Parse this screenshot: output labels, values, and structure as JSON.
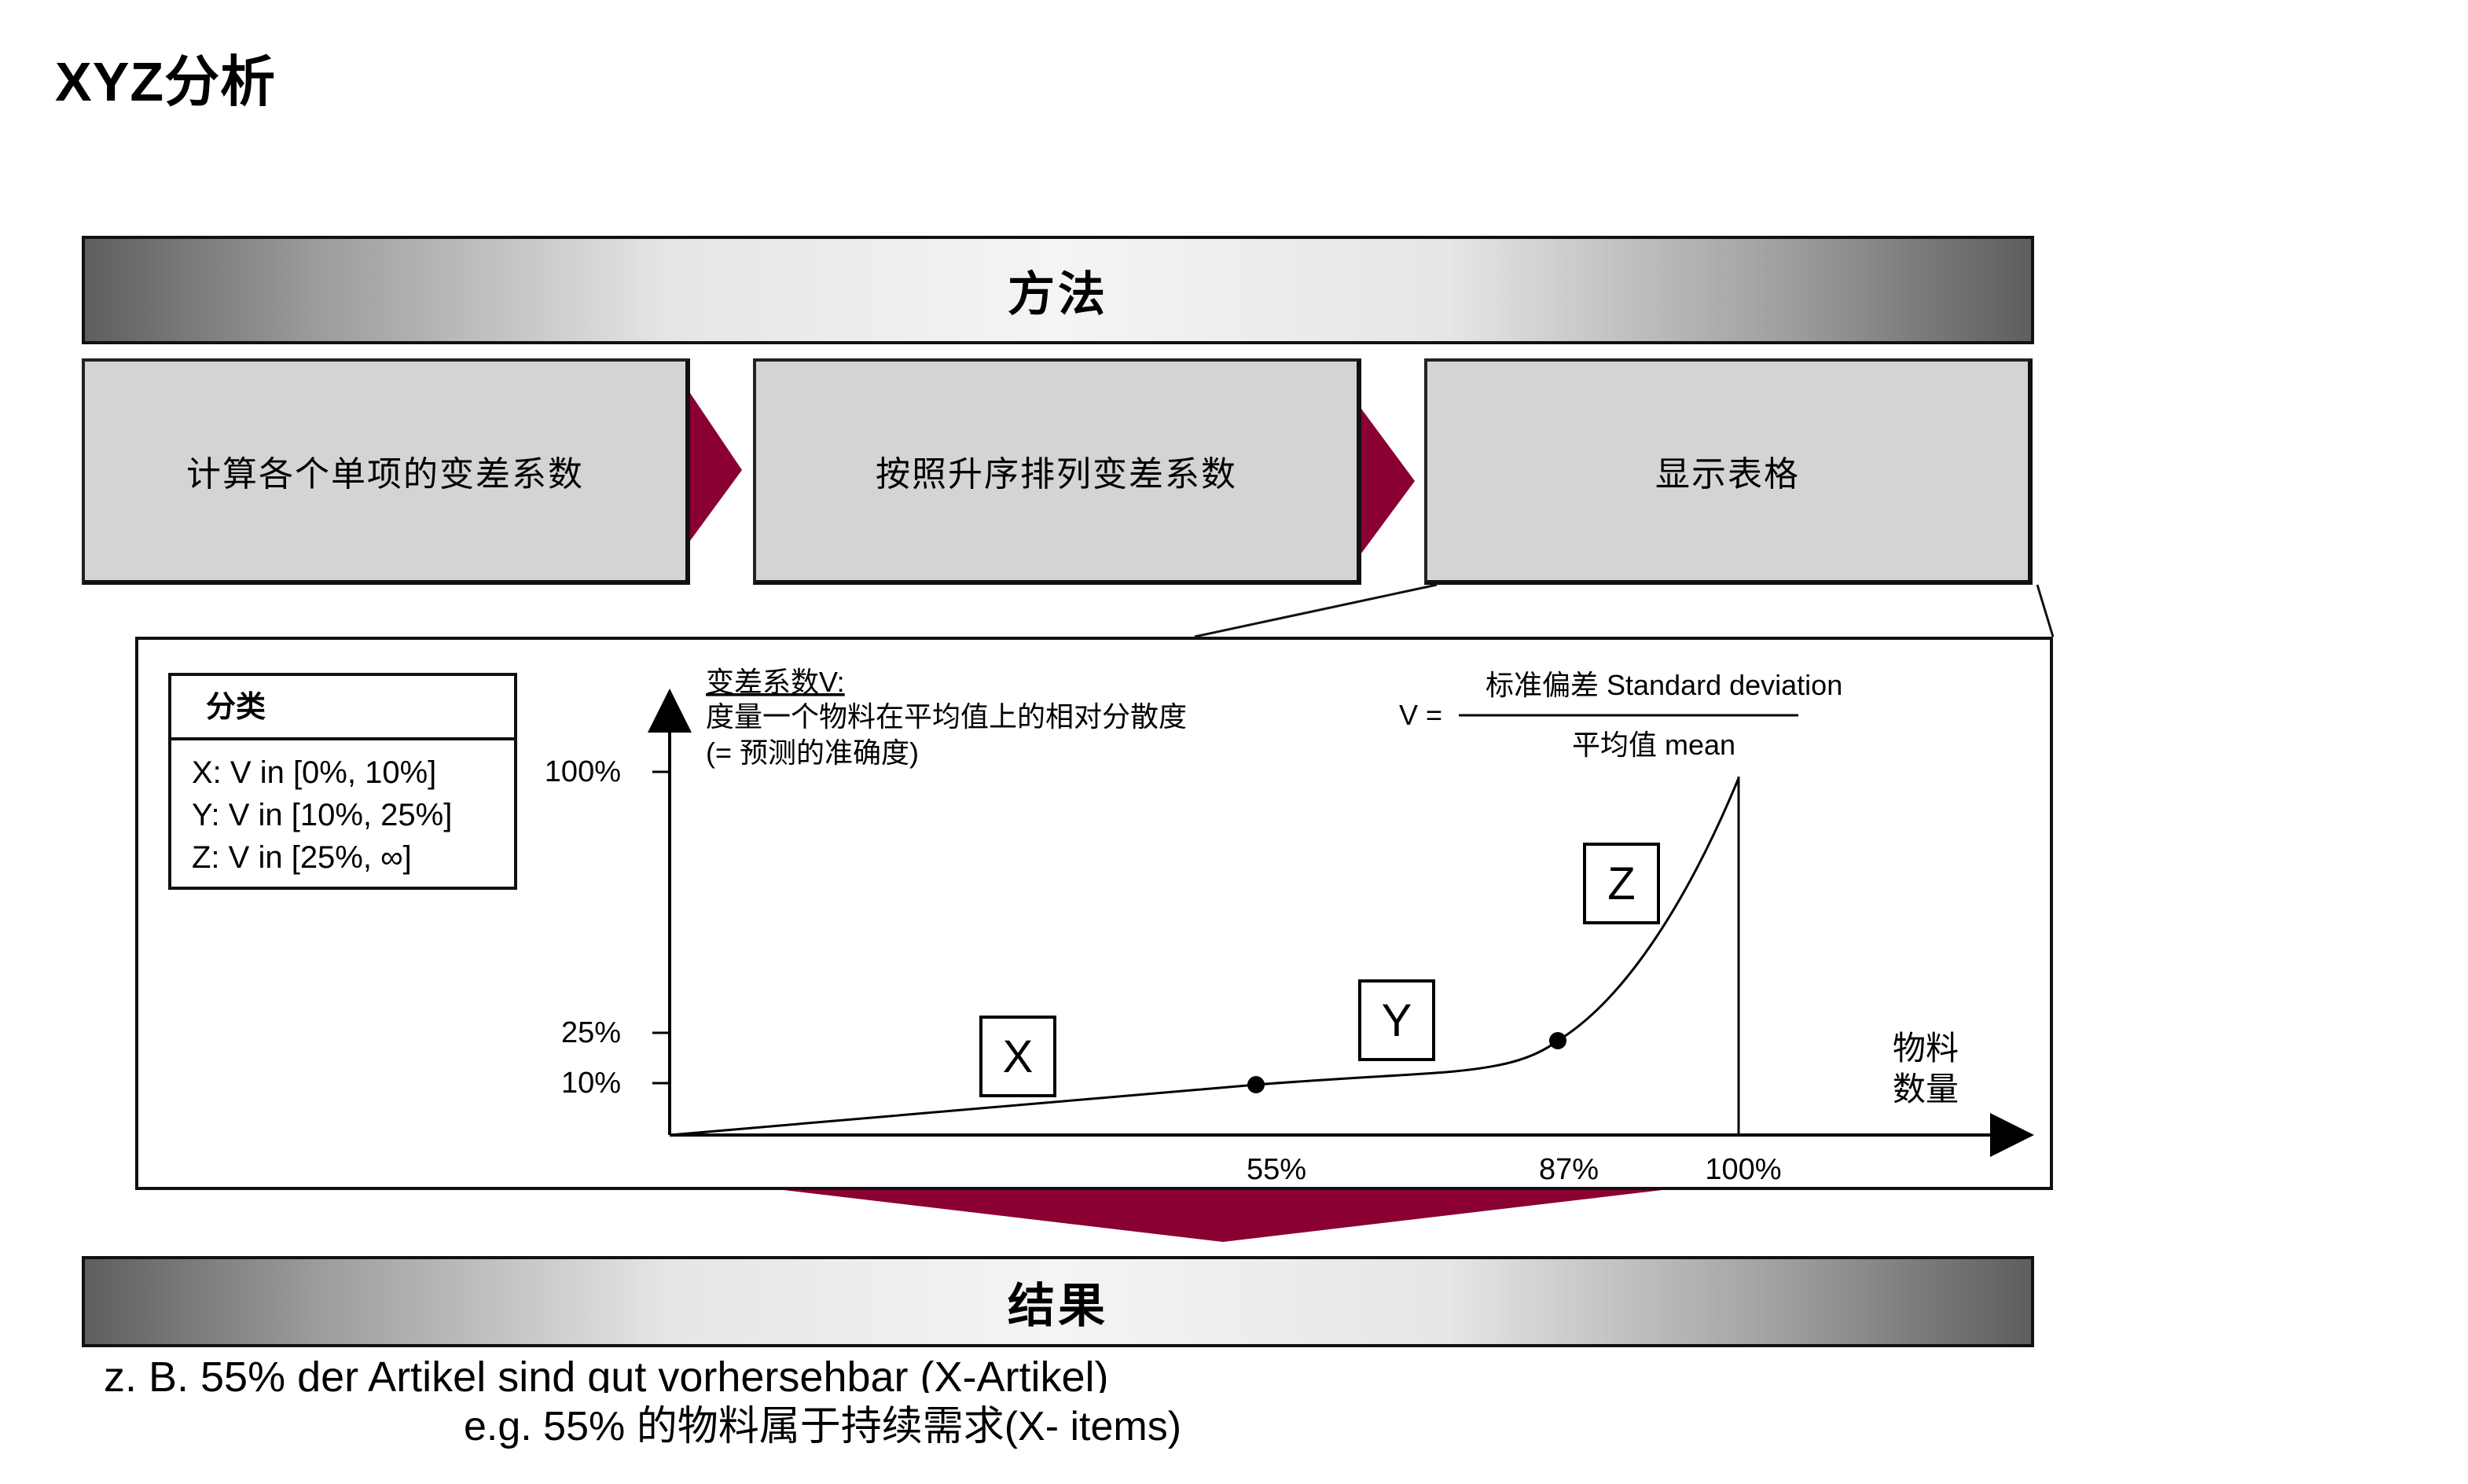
{
  "title": "XYZ分析",
  "method_label": "方法",
  "steps": [
    "计算各个单项的变差系数",
    "按照升序排列变差系数",
    "显示表格"
  ],
  "classification": {
    "heading": "分类",
    "rules": [
      "X: V in [0%, 10%]",
      "Y: V in [10%, 25%]",
      "Z: V in [25%, ∞]"
    ]
  },
  "coefficient": {
    "title": "变差系数V:",
    "line1": "度量一个物料在平均值上的相对分散度",
    "line2": "(= 预测的准确度)"
  },
  "formula": {
    "lhs": "V =",
    "numerator": "标准偏差 Standard deviation",
    "denominator": "平均值 mean"
  },
  "chart_data": {
    "type": "line",
    "x": [
      0,
      55,
      87,
      100
    ],
    "y": [
      0,
      10,
      25,
      100
    ],
    "marked_points": [
      [
        55,
        10
      ],
      [
        87,
        25
      ]
    ],
    "x_ticks": [
      "55%",
      "87%",
      "100%"
    ],
    "y_ticks": [
      "100%",
      "25%",
      "10%"
    ],
    "xlabel_lines": [
      "物料",
      "数量"
    ],
    "regions": [
      "X",
      "Y",
      "Z"
    ]
  },
  "result_label": "结果",
  "caption_de": "z. B. 55% der Artikel sind gut vorhersehbar (X-Artikel)",
  "caption_en": "e.g. 55% 的物料属于持续需求(X- items)",
  "colors": {
    "accent": "#8b0033"
  }
}
